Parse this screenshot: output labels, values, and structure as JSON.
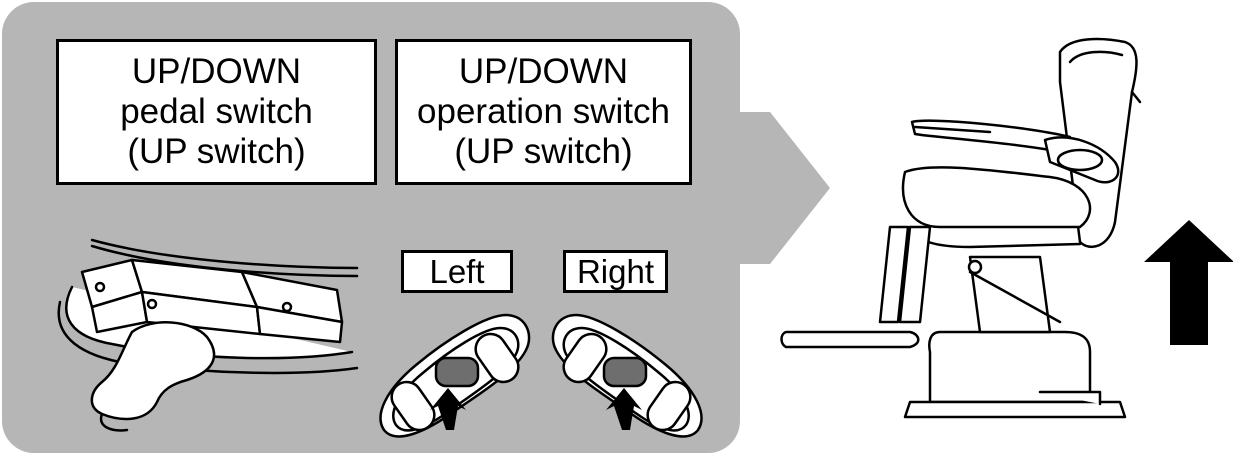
{
  "switch_types": {
    "pedal": {
      "line1": "UP/DOWN",
      "line2": "pedal switch",
      "line3": "(UP switch)"
    },
    "operation": {
      "line1": "UP/DOWN",
      "line2": "operation switch",
      "line3": "(UP switch)"
    }
  },
  "sides": {
    "left_label": "Left",
    "right_label": "Right"
  },
  "colors": {
    "panel": "#b6b6b6",
    "highlight_button": "#6e6e6e",
    "arrow": "#000000"
  },
  "icons": {
    "panel_arrow": "arrow-right",
    "result_arrow": "arrow-up"
  }
}
